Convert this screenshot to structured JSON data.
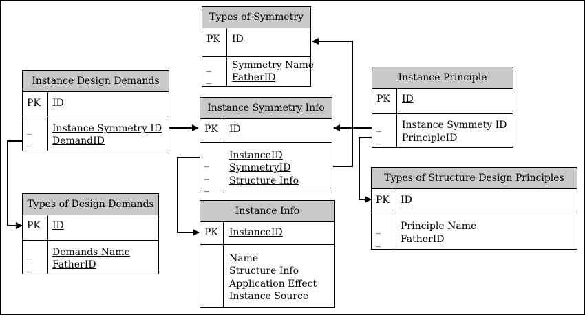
{
  "tables": {
    "types_of_symmetry": {
      "title": "Types of Symmetry",
      "pk_label": "PK",
      "pk_field": "ID",
      "marks": [
        "_",
        "_"
      ],
      "fields": [
        "Symmetry Name",
        "FatherID"
      ]
    },
    "instance_design_demands": {
      "title": "Instance Design Demands",
      "pk_label": "PK",
      "pk_field": "ID",
      "marks": [
        "_",
        "_"
      ],
      "fields": [
        "Instance Symmetry ID",
        "DemandID"
      ]
    },
    "instance_symmetry_info": {
      "title": "Instance Symmetry Info",
      "pk_label": "PK",
      "pk_field": "ID",
      "marks": [
        "_",
        "_",
        "_"
      ],
      "fields": [
        "InstanceID",
        "SymmetryID",
        "Structure Info"
      ]
    },
    "instance_principle": {
      "title": "Instance Principle",
      "pk_label": "PK",
      "pk_field": "ID",
      "marks": [
        "_",
        "_"
      ],
      "fields": [
        "Instance Symmety ID",
        "PrincipleID"
      ]
    },
    "types_of_design_demands": {
      "title": "Types of Design Demands",
      "pk_label": "PK",
      "pk_field": "ID",
      "marks": [
        "_",
        "_"
      ],
      "fields": [
        "Demands Name",
        "FatherID"
      ]
    },
    "instance_info": {
      "title": "Instance Info",
      "pk_label": "PK",
      "pk_field": "InstanceID",
      "attributes": [
        "Name",
        "Structure Info",
        "Application Effect",
        "Instance Source"
      ]
    },
    "types_of_structure_design_principles": {
      "title": "Types of Structure Design Principles",
      "pk_label": "PK",
      "pk_field": "ID",
      "marks": [
        "_",
        "_"
      ],
      "fields": [
        "Principle Name",
        "FatherID"
      ]
    }
  },
  "colors": {
    "header_fill": "#c8c8c8",
    "line": "#000000"
  }
}
